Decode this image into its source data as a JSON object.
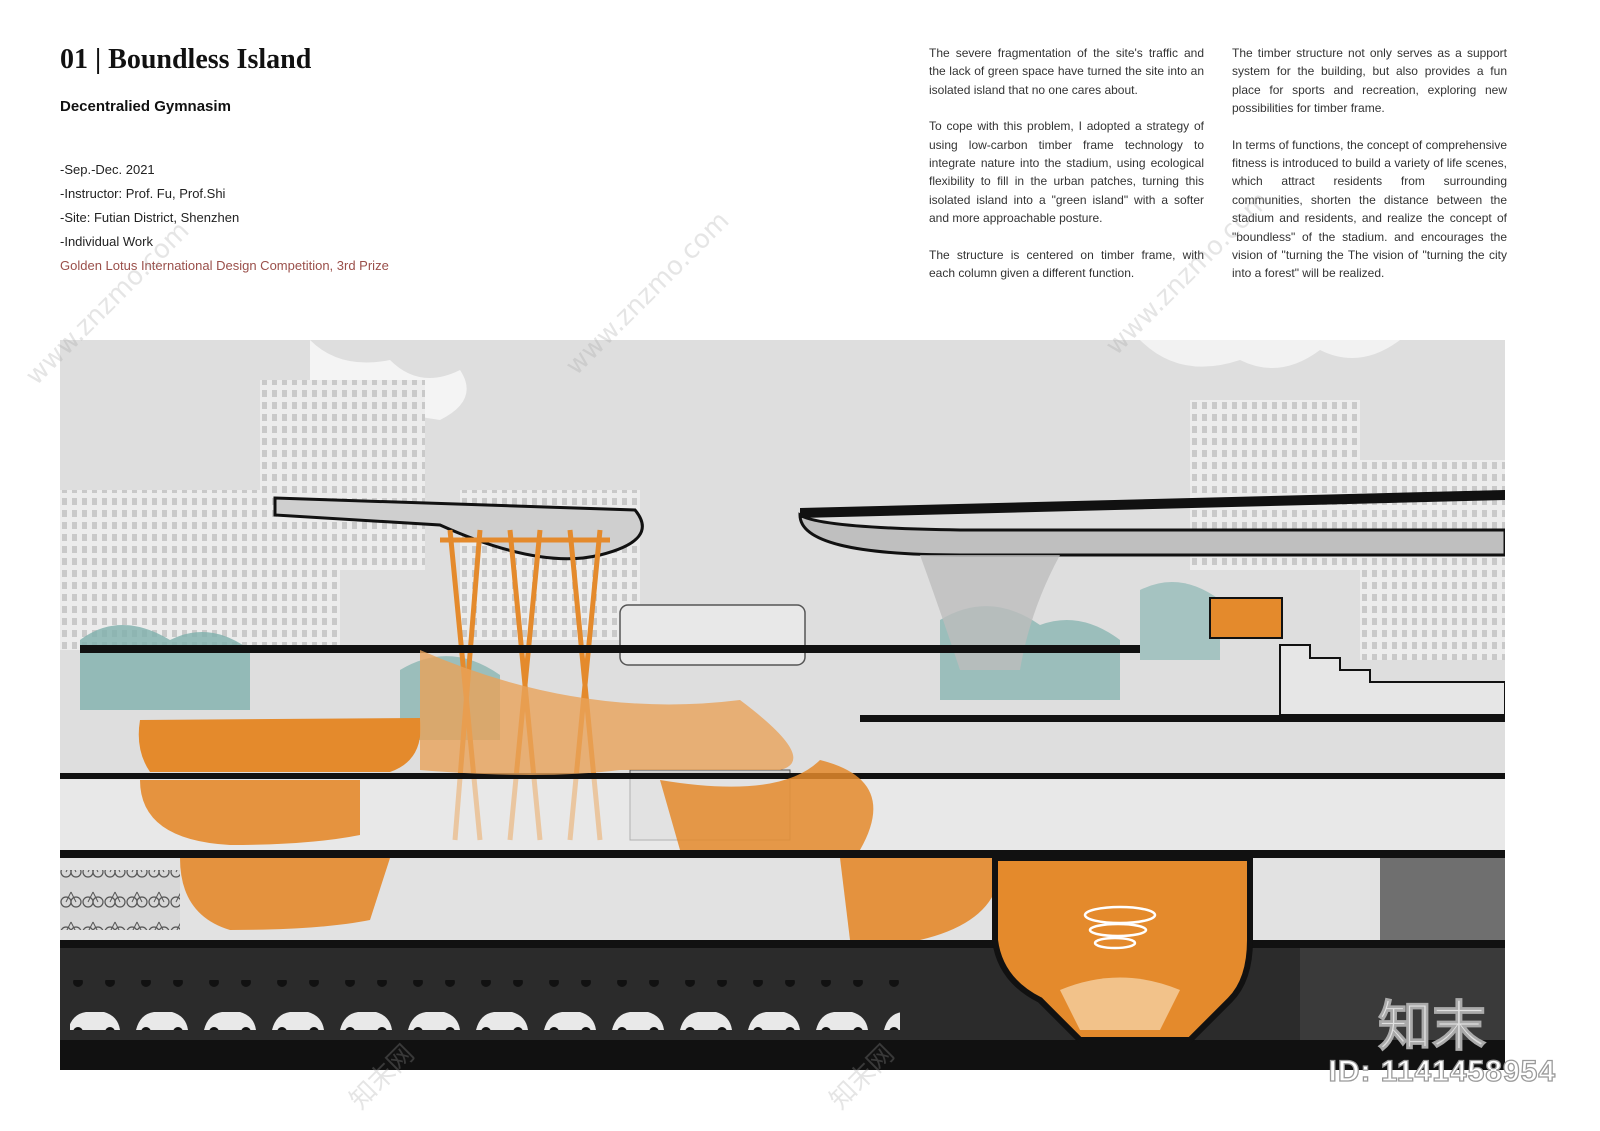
{
  "header": {
    "title": "01 | Boundless Island",
    "subtitle": "Decentralied Gymnasim"
  },
  "meta": {
    "date": "-Sep.-Dec.  2021",
    "instructor": "-Instructor: Prof. Fu,  Prof.Shi",
    "site": "-Site: Futian District, Shenzhen",
    "work": "-Individual Work",
    "award": "Golden Lotus International Design Competition, 3rd Prize",
    "award_color": "#9a4f4a"
  },
  "description": {
    "col1": [
      "The severe fragmentation of the site's traffic and the lack of green space have turned the site into an isolated island that no one cares about.",
      "To cope with this problem, I adopted a strategy of using low-carbon timber frame technology to integrate nature into the stadium, using ecological flexibility to fill in the urban patches, turning this isolated island into a \"green island\" with a softer and more approachable posture.",
      "The structure is centered on timber frame, with each column given a different function."
    ],
    "col2": [
      "The timber structure not only serves as a support system for the building, but also provides a fun place for sports and recreation, exploring new possibilities for timber frame.",
      "In terms of functions, the concept of comprehensive fitness is introduced to build a variety of life scenes, which attract residents from surrounding communities, shorten the distance between the stadium and residents, and realize the concept of \"boundless\" of the stadium. and encourages the vision of \"turning the The vision of \"turning the city into a forest\" will be realized."
    ]
  },
  "watermark": {
    "site": "www.znzmo.com",
    "brand": "知末网",
    "logo": "知末",
    "id": "ID: 1141458954"
  },
  "colors": {
    "accent_orange": "#e48a2c",
    "teal_green": "#6fa9a6",
    "slab_black": "#111111",
    "sky_gray": "#dcdcdc"
  }
}
